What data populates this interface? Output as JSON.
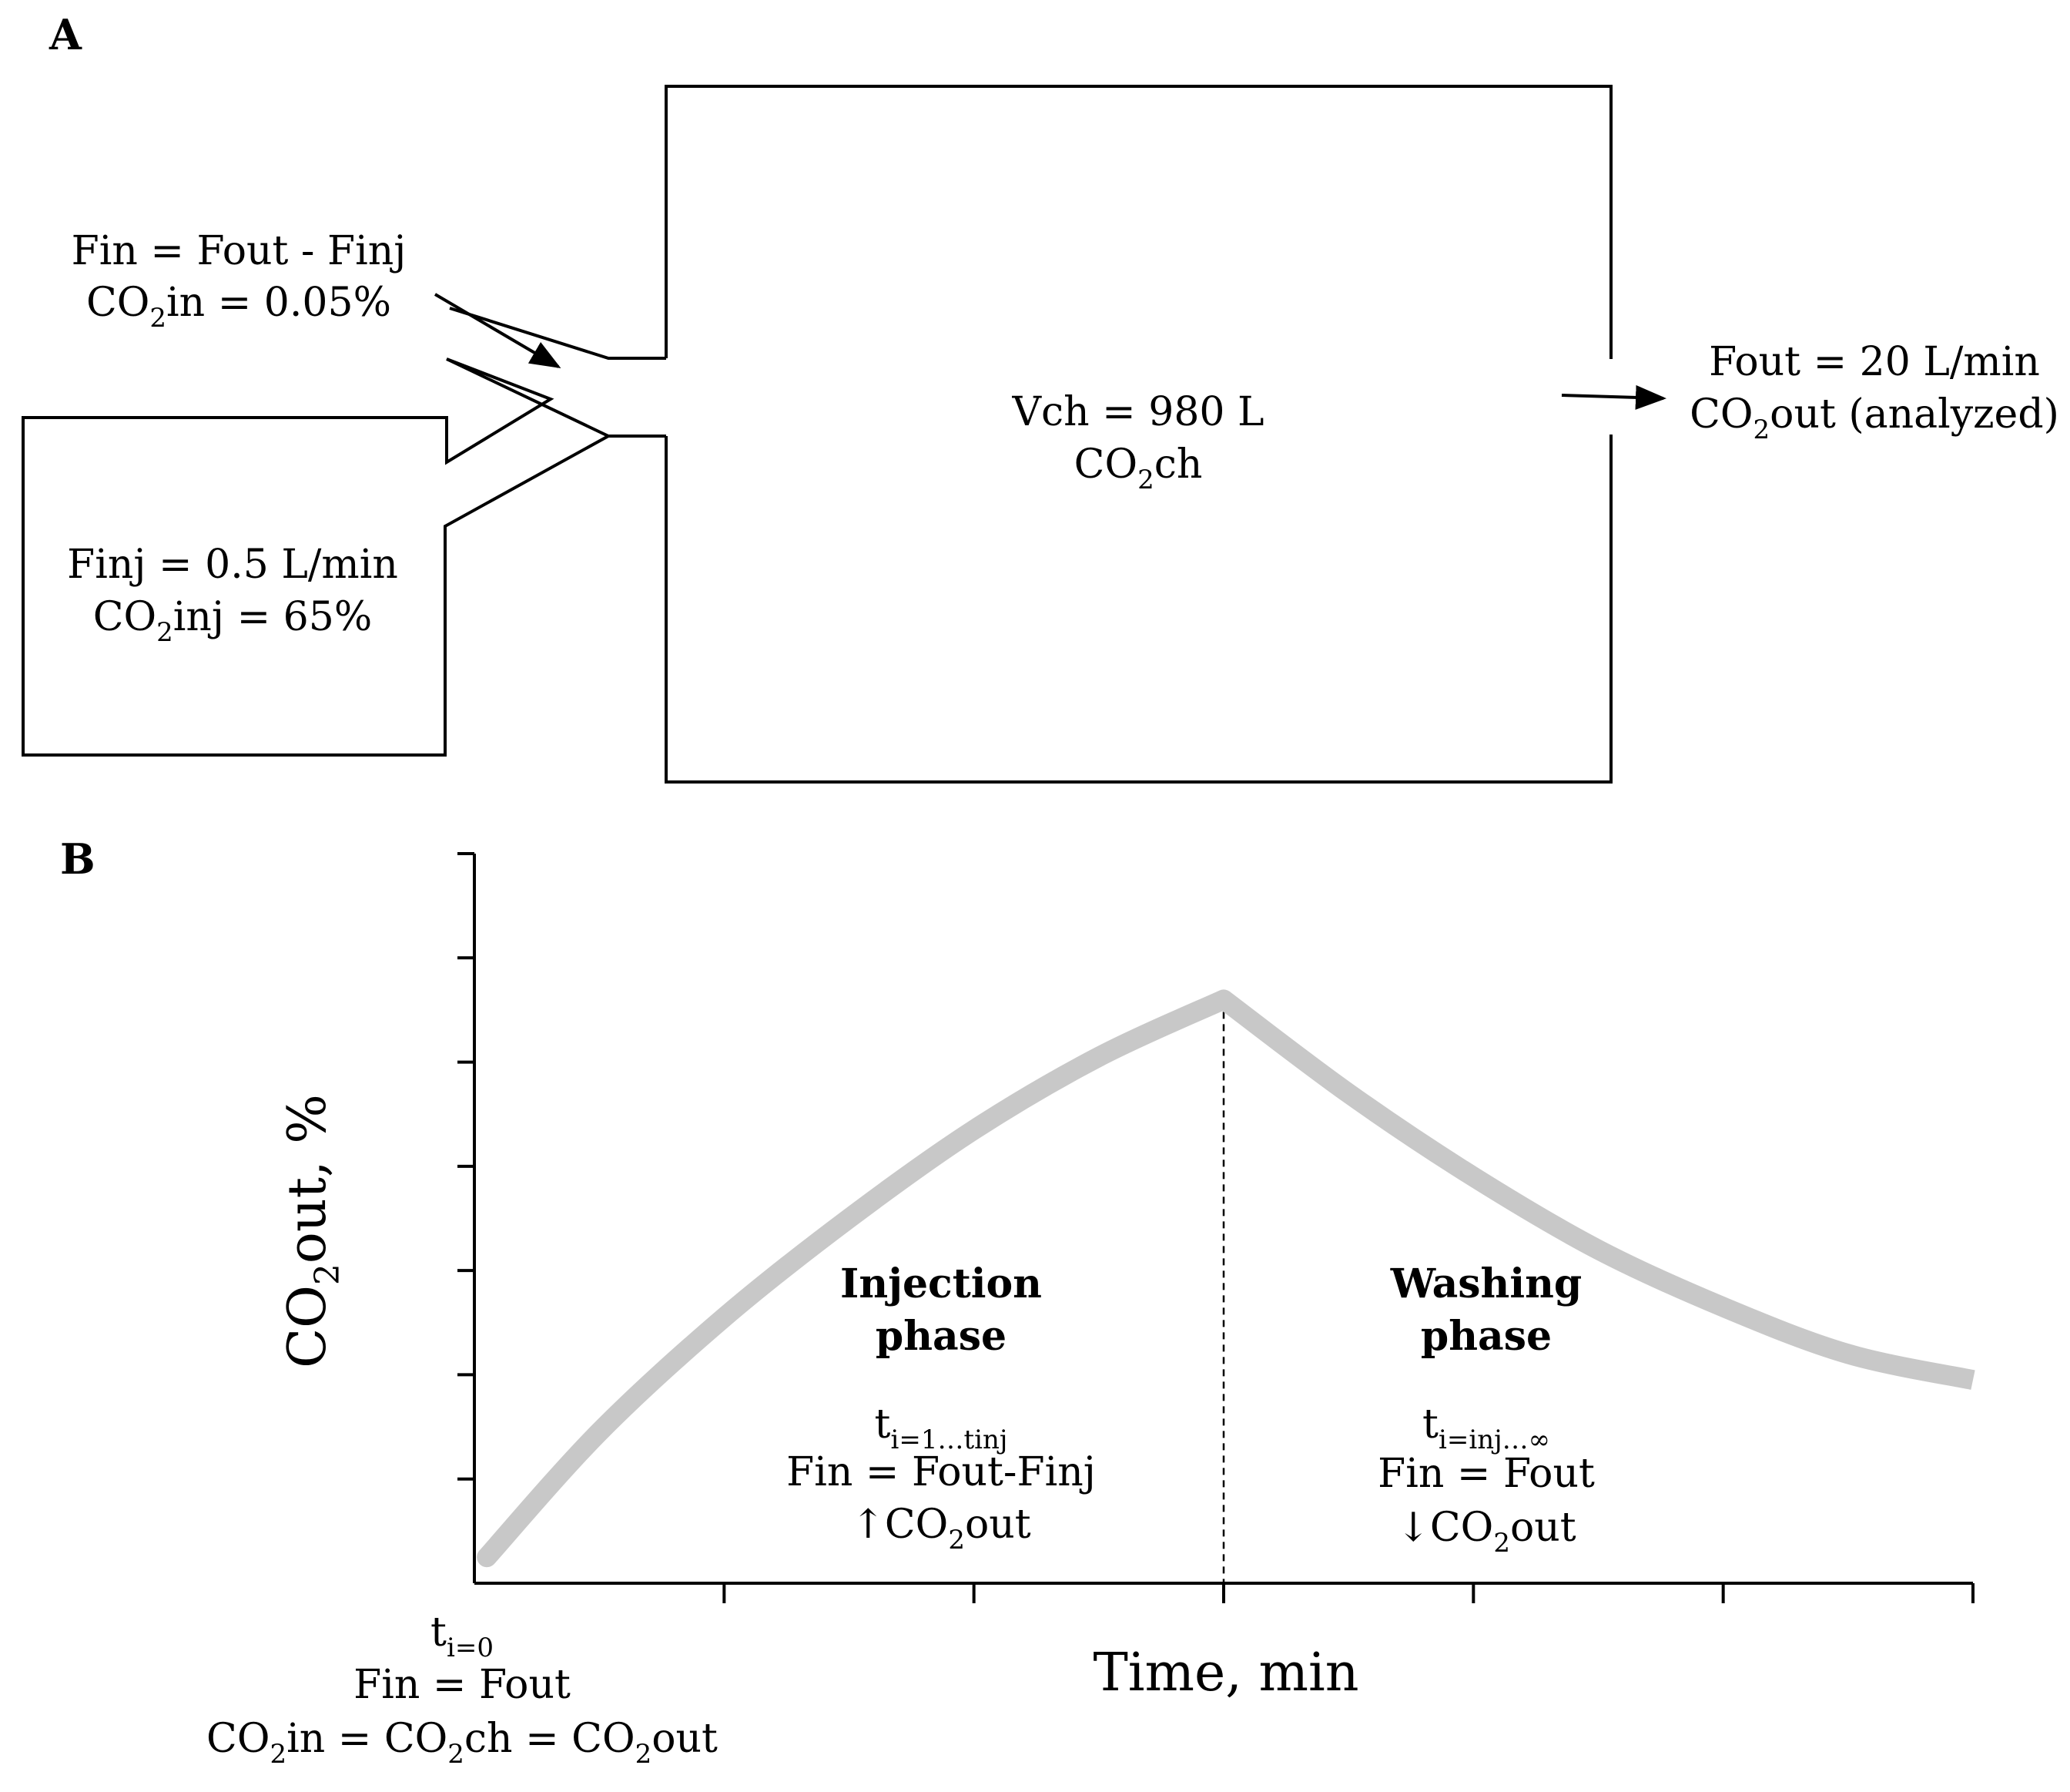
{
  "panel_a": {
    "label": "A",
    "inlet": {
      "flow": "Fin = Fout - Finj",
      "co2_pre": "CO",
      "co2_sub": "2",
      "co2_post": "in = 0.05%"
    },
    "injector": {
      "flow": "Finj = 0.5 L/min",
      "co2_pre": "CO",
      "co2_sub": "2",
      "co2_post": "inj = 65%"
    },
    "chamber": {
      "volume": "Vch = 980 L",
      "co2_pre": "CO",
      "co2_sub": "2",
      "co2_post": "ch"
    },
    "outlet": {
      "flow": "Fout = 20 L/min",
      "co2_pre": "CO",
      "co2_sub": "2",
      "co2_post": "out (analyzed)"
    }
  },
  "panel_b": {
    "label": "B",
    "y_axis": {
      "pre": "CO",
      "sub": "2",
      "post": "out, %"
    },
    "x_axis": "Time, min",
    "injection": {
      "title_1": "Injection",
      "title_2": "phase",
      "t_pre": "t",
      "t_sub": "i=1…tinj",
      "flow": "Fin = Fout-Finj",
      "co2_pre": "↑CO",
      "co2_sub": "2",
      "co2_post": "out"
    },
    "washing": {
      "title_1": "Washing",
      "title_2": "phase",
      "t_pre": "t",
      "t_sub": "i=inj…∞",
      "flow": "Fin = Fout",
      "co2_pre": "↓CO",
      "co2_sub": "2",
      "co2_post": "out"
    },
    "start": {
      "t_pre": "t",
      "t_sub": "i=0",
      "flow": "Fin = Fout",
      "eq_1": "CO",
      "eq_1_sub": "2",
      "eq_2": "in = CO",
      "eq_2_sub": "2",
      "eq_3": "ch = CO",
      "eq_3_sub": "2",
      "eq_4": "out"
    }
  },
  "chart_data": {
    "type": "line",
    "xlabel": "Time, min",
    "ylabel": "CO2out, %",
    "xlim": [
      0,
      6
    ],
    "ylim": [
      0,
      7
    ],
    "x_ticks": 6,
    "y_ticks": 7,
    "grid": false,
    "injection_end": 3,
    "series_color": "#c8c8c8",
    "injection_curve": [
      [
        0.05,
        0.25
      ],
      [
        0.5,
        1.45
      ],
      [
        1.0,
        2.55
      ],
      [
        1.5,
        3.5
      ],
      [
        2.0,
        4.35
      ],
      [
        2.5,
        5.05
      ],
      [
        3.0,
        5.6
      ]
    ],
    "washing_curve": [
      [
        3.0,
        5.6
      ],
      [
        3.5,
        4.7
      ],
      [
        4.0,
        3.9
      ],
      [
        4.5,
        3.2
      ],
      [
        5.0,
        2.65
      ],
      [
        5.5,
        2.2
      ],
      [
        6.0,
        1.95
      ]
    ]
  }
}
